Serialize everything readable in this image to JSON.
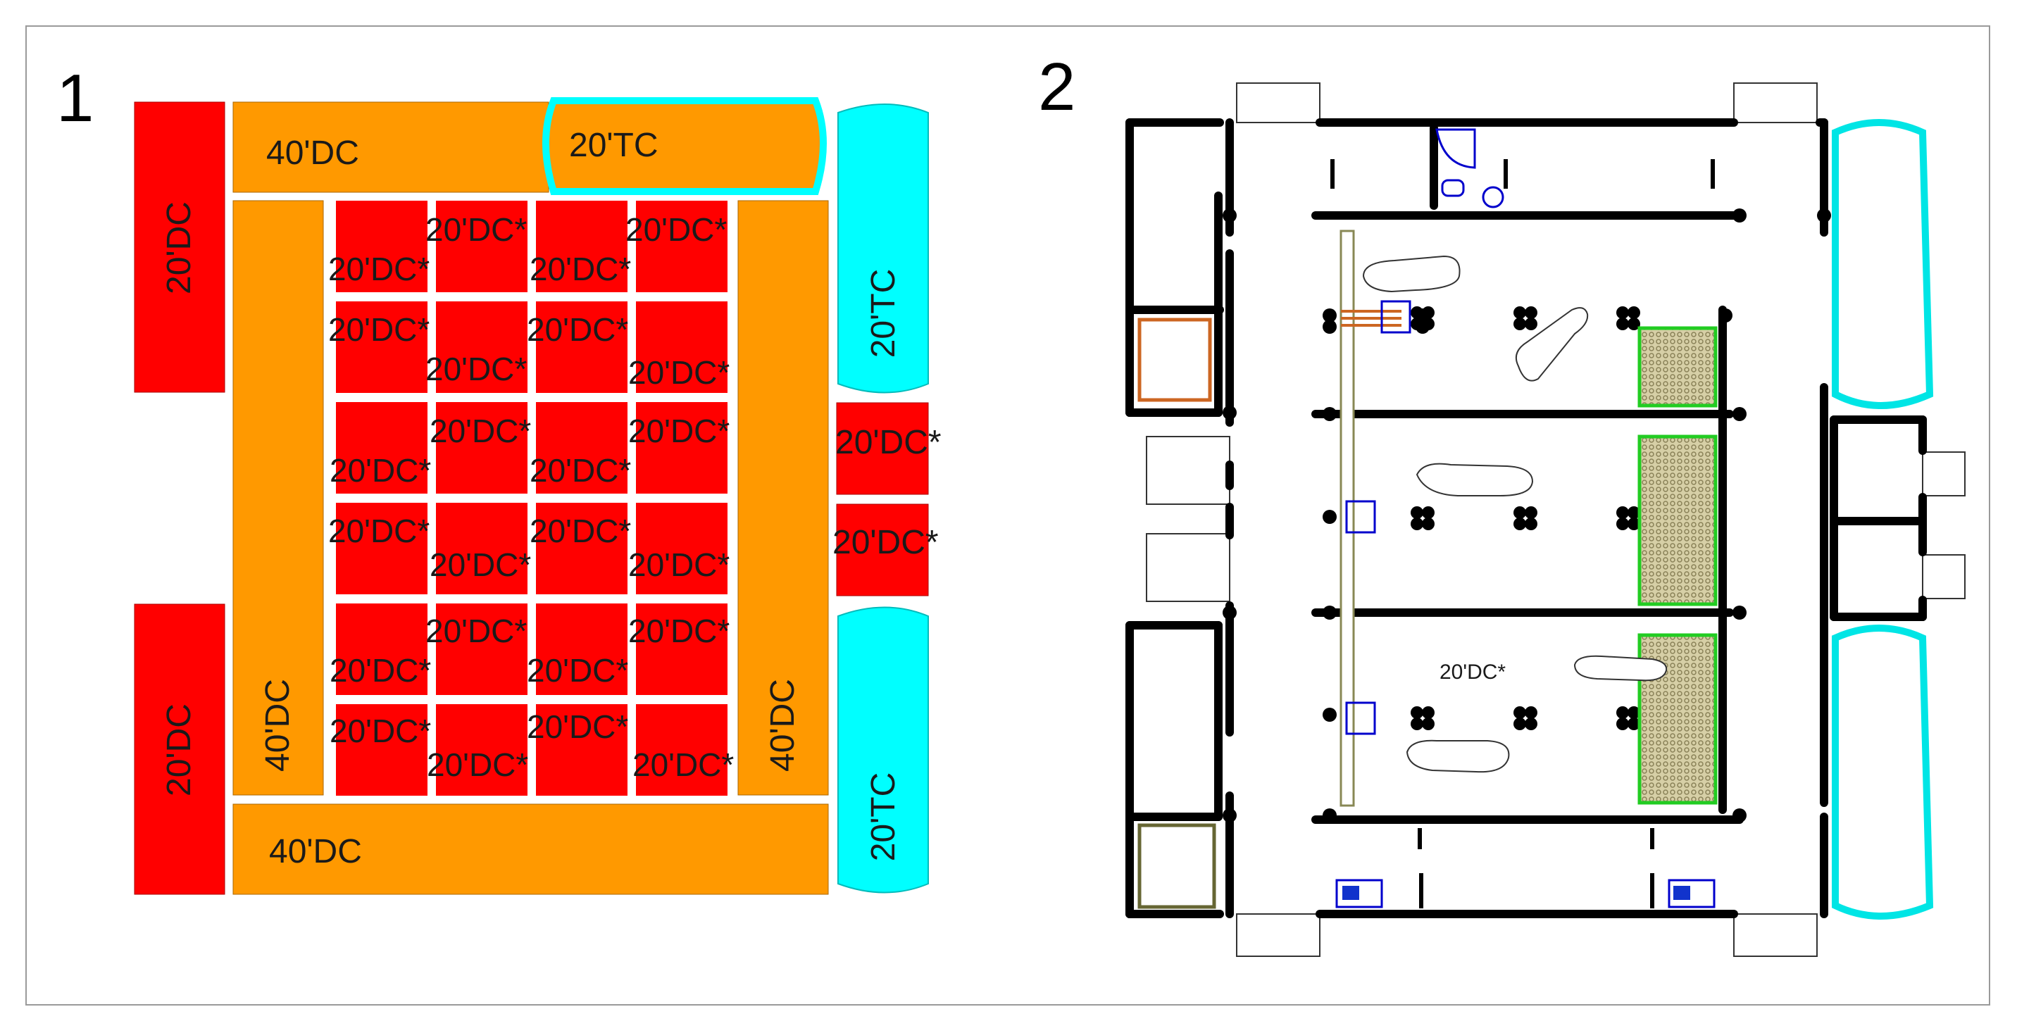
{
  "panels": [
    {
      "number": "1"
    },
    {
      "number": "2"
    }
  ],
  "labels": {
    "dc40": "40'DC",
    "tc20": "20'TC",
    "dc20": "20'DC",
    "dc20s": "20'DC*"
  },
  "colors": {
    "red": "#ff0000",
    "orange": "#ff9900",
    "cyan": "#00ffff",
    "wall": "#000000",
    "green_grid": "#22cc22",
    "blue_fixture": "#0000cc",
    "copper": "#cc6622",
    "olive": "#666633"
  }
}
